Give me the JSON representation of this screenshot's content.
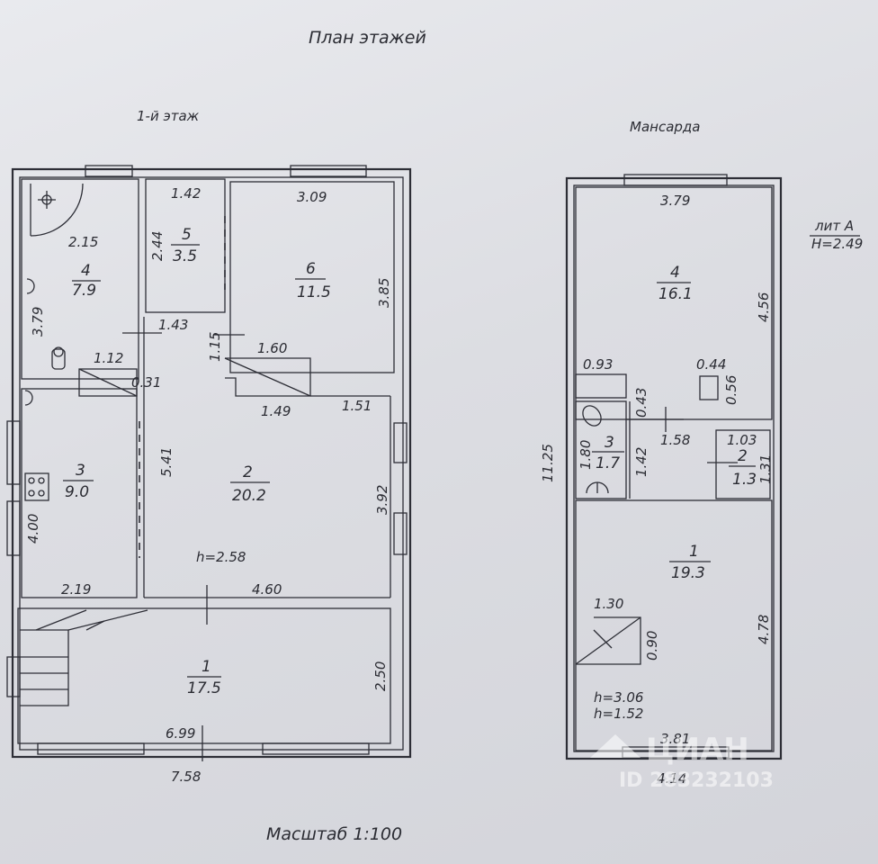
{
  "title": "План этажей",
  "scale": "Масштаб 1:100",
  "floor1": {
    "label": "1-й этаж",
    "height": "h=2.58",
    "rooms": [
      {
        "id": "1",
        "area": "17.5"
      },
      {
        "id": "2",
        "area": "20.2"
      },
      {
        "id": "3",
        "area": "9.0"
      },
      {
        "id": "4",
        "area": "7.9"
      },
      {
        "id": "5",
        "area": "3.5"
      },
      {
        "id": "6",
        "area": "11.5"
      }
    ],
    "dims": {
      "d215": "2.15",
      "d379": "3.79",
      "d112": "1.12",
      "d142": "1.42",
      "d244": "2.44",
      "d309": "3.09",
      "d385": "3.85",
      "d143": "1.43",
      "d115": "1.15",
      "d160": "1.60",
      "d031": "0.31",
      "d149": "1.49",
      "d151": "1.51",
      "d541": "5.41",
      "d392": "3.92",
      "d400": "4.00",
      "d219": "2.19",
      "d460": "4.60",
      "d250": "2.50",
      "d699": "6.99",
      "d758": "7.58"
    }
  },
  "attic": {
    "label": "Мансарда",
    "heights": [
      "h=3.06",
      "h=1.52"
    ],
    "lit": "лит А",
    "lit_h": "H=2.49",
    "rooms": [
      {
        "id": "4",
        "area": "16.1"
      },
      {
        "id": "3",
        "area": "1.7"
      },
      {
        "id": "2",
        "area": "1.3"
      },
      {
        "id": "1",
        "area": "19.3"
      }
    ],
    "dims": {
      "d379": "3.79",
      "d456": "4.56",
      "d093": "0.93",
      "d044": "0.44",
      "d056": "0.56",
      "d043": "0.43",
      "d180": "1.80",
      "d142": "1.42",
      "d158": "1.58",
      "d103": "1.03",
      "d131": "1.31",
      "d1125": "11.25",
      "d130": "1.30",
      "d090": "0.90",
      "d478": "4.78",
      "d381": "3.81",
      "d414": "4.14"
    }
  },
  "watermark": {
    "brand": "ЦИАН",
    "id": "ID 283232103"
  }
}
